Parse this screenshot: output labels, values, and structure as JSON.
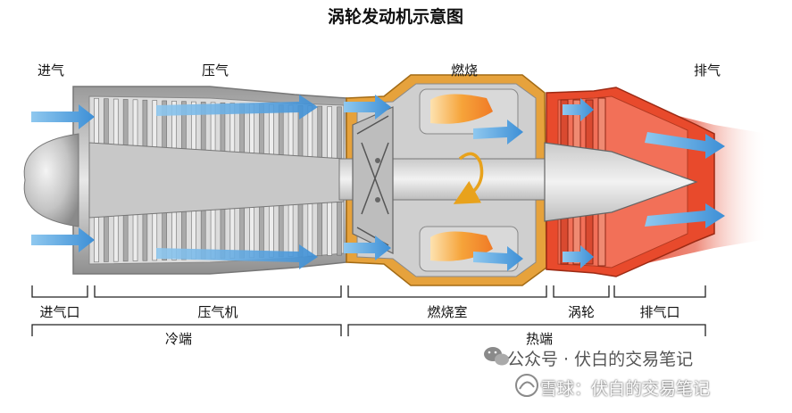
{
  "title": "涡轮发动机示意图",
  "top_labels": {
    "intake": "进气",
    "compress": "压气",
    "combust": "燃烧",
    "exhaust": "排气"
  },
  "sections": {
    "inlet": "进气口",
    "compressor": "压气机",
    "combustor": "燃烧室",
    "turbine": "涡轮",
    "nozzle": "排气口"
  },
  "zones": {
    "cold": "冷端",
    "hot": "热端"
  },
  "watermarks": {
    "wechat": "公众号 · 伏白的交易笔记",
    "xueqiu": "雪球：伏白的交易笔记"
  },
  "colors": {
    "airflow": "#4a9fdc",
    "hot_section": "#e84a2c",
    "combustor_gold": "#e6a23c",
    "flame": "#f5a030",
    "metal": "#b5b5b5"
  },
  "icons": {
    "flow_arrow": "arrow-right-icon",
    "rotation": "rotation-arrow-icon",
    "wechat": "wechat-icon",
    "xueqiu": "snowball-icon"
  }
}
